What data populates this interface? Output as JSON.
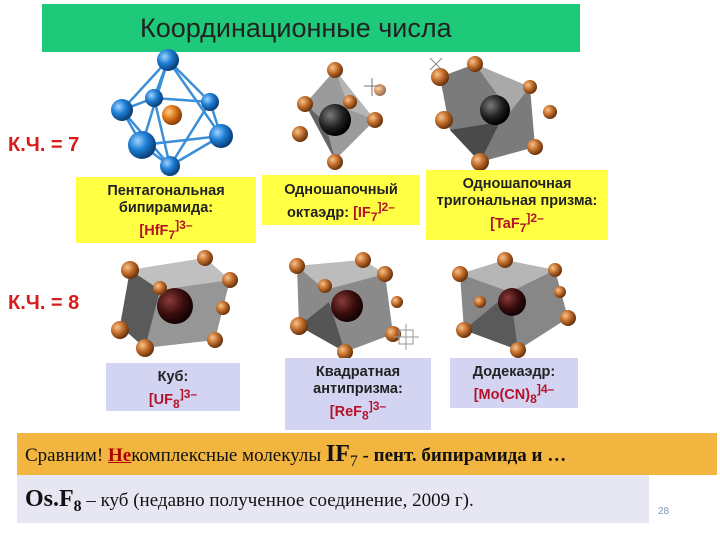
{
  "title": "Координационные числа",
  "kch7_label": "К.Ч. = 7",
  "kch8_label": "К.Ч. = 8",
  "captions": {
    "pentagonal": {
      "desc": "Пентагональная бипирамида:",
      "formula": "[HfF",
      "sub": "7",
      "sup": "]3–"
    },
    "octahedron": {
      "desc": "Одношапочный октаэдр:",
      "formula": "[IF",
      "sub": "7",
      "sup": "]2–"
    },
    "trigonal": {
      "desc": "Одношапочная тригональная призма:",
      "formula": "[TaF",
      "sub": "7",
      "sup": "]2–"
    },
    "cube": {
      "desc": "Куб:",
      "formula": "[UF",
      "sub": "8",
      "sup": "]3–"
    },
    "antiprism": {
      "desc": "Квадратная антипризма:",
      "formula": "[ReF",
      "sub": "8",
      "sup": "]3–"
    },
    "dodecahedron": {
      "desc": "Додекаэдр:",
      "formula": "[Mo(CN)",
      "sub": "8",
      "sup": "]4–"
    }
  },
  "bottom_line1": {
    "prefix": "Сравним! ",
    "underlined": "Не",
    "rest": "комплексные  молекулы ",
    "formula": "IF",
    "sub": "7",
    "tail": " - пент. бипирамида и …"
  },
  "bottom_line2": {
    "formula": "Os.F",
    "sub": "8",
    "tail": " – куб (недавно полученное соединение, 2009 г)."
  },
  "page_number": "28",
  "colors": {
    "title_bg": "#1fc97a",
    "kch_label": "#d81b1b",
    "yellow_caption": "#ffff44",
    "lavender_caption": "#d3d3f2",
    "formula": "#b5122a",
    "bottom1_bg": "#f2b640",
    "bottom2_bg": "#e7e7f3"
  }
}
